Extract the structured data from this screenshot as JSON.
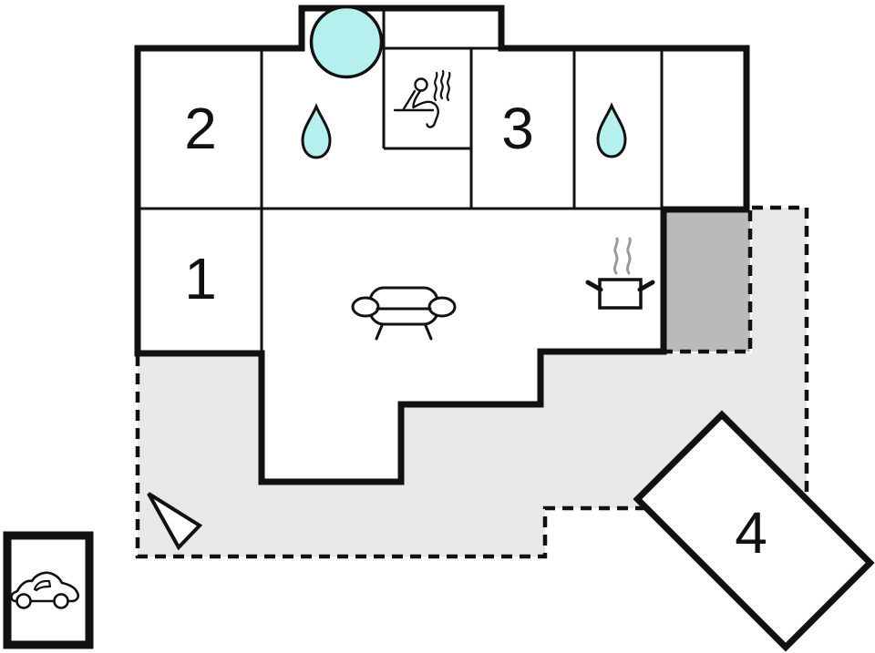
{
  "plan": {
    "type": "holiday-home-floor-plan",
    "rooms": {
      "r1": {
        "label": "1"
      },
      "r2": {
        "label": "2"
      },
      "r3": {
        "label": "3"
      },
      "r4": {
        "label": "4"
      }
    },
    "colors": {
      "wall": "#111111",
      "water": "#b5efee",
      "terrace": "#e8e8eb",
      "storage": "#bababd",
      "steam": "#9a9a9a",
      "room_fill": "#ffffff"
    },
    "icons": {
      "hot_tub": "hot-tub-circle",
      "shower_left": "water-drop",
      "shower_right": "water-drop",
      "sauna": "sauna-person-with-steam",
      "sofa": "sofa",
      "stove": "steaming-pot",
      "carport": "car",
      "direction": "north-arrow"
    }
  }
}
